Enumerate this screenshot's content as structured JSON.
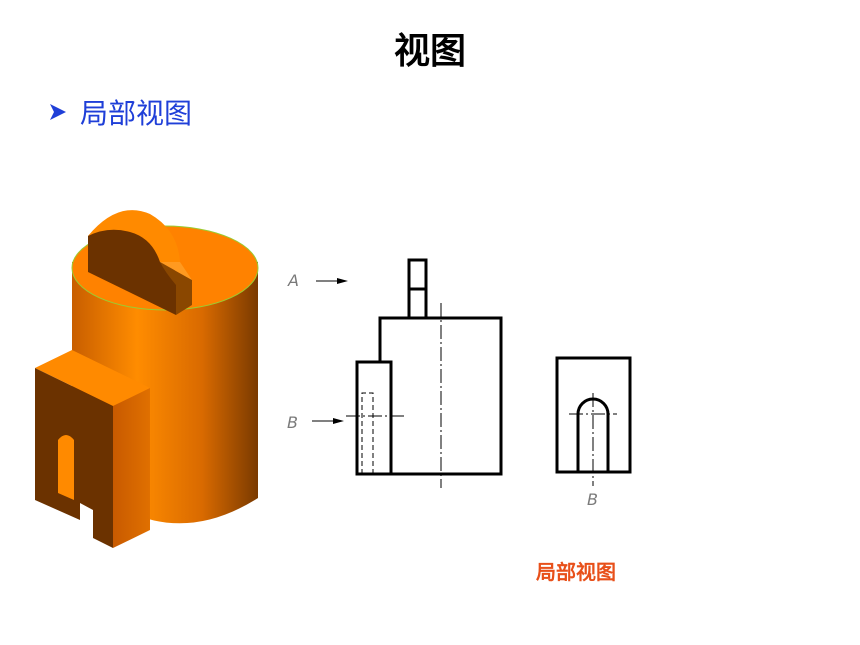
{
  "title": "视图",
  "bullet": {
    "icon": "arrow-bullet-icon",
    "text": "局部视图"
  },
  "drawing": {
    "label_a": "A",
    "label_b_side": "B",
    "label_b_view": "B"
  },
  "caption": "局部视图",
  "colors": {
    "title": "#000000",
    "bullet_text": "#1f3fd8",
    "caption": "#e8501a",
    "solid_main": "#f28a10",
    "solid_dark": "#6b3200",
    "line": "#000000"
  }
}
